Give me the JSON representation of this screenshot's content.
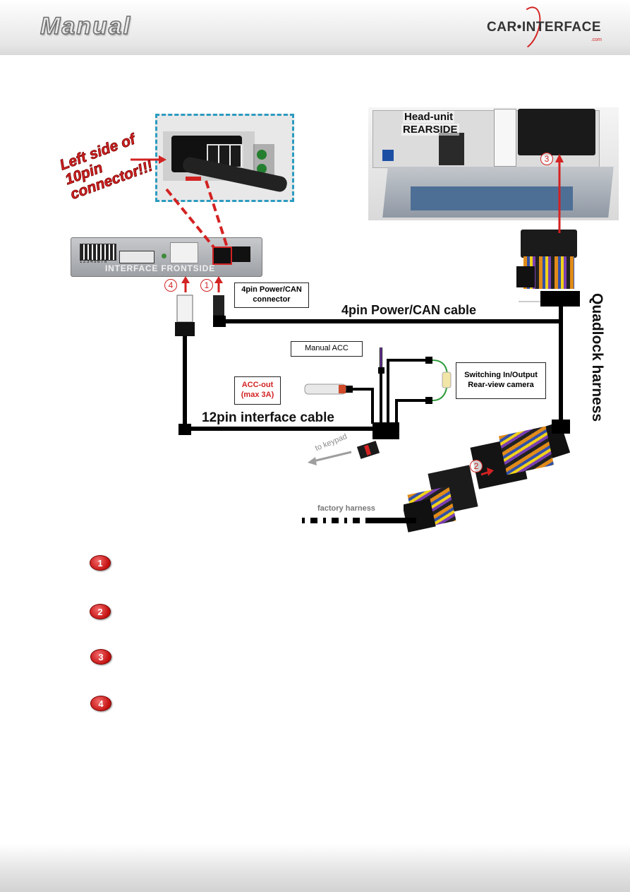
{
  "header": {
    "title": "Manual",
    "logo_text": "CAR•INTERFACE",
    "logo_sub": ".com"
  },
  "diagram": {
    "detail_label": "Left side of 10pin connector!!!",
    "headunit_label_1": "Head-unit",
    "headunit_label_2": "REARSIDE",
    "interface_label": "INTERFACE FRONTSIDE",
    "dip_numbers": "1 2 3 4 5 6 7 8",
    "power_can_connector": "4pin Power/CAN connector",
    "power_can_cable": "4pin Power/CAN cable",
    "quadlock_harness": "Quadlock harness",
    "manual_acc": "Manual ACC",
    "acc_out": "ACC-out (max 3A)",
    "switching": "Switching In/Output Rear-view camera",
    "interface_cable": "12pin interface cable",
    "to_keypad": "to keypad",
    "factory_harness": "factory harness",
    "markers": [
      "1",
      "2",
      "3",
      "4"
    ]
  },
  "steps": [
    {
      "number": "1",
      "text": ""
    },
    {
      "number": "2",
      "text": ""
    },
    {
      "number": "3",
      "text": ""
    },
    {
      "number": "4",
      "text": ""
    }
  ],
  "colors": {
    "accent_red": "#d32222",
    "frame_cyan": "#2b9bc0",
    "cable": "#000000"
  }
}
